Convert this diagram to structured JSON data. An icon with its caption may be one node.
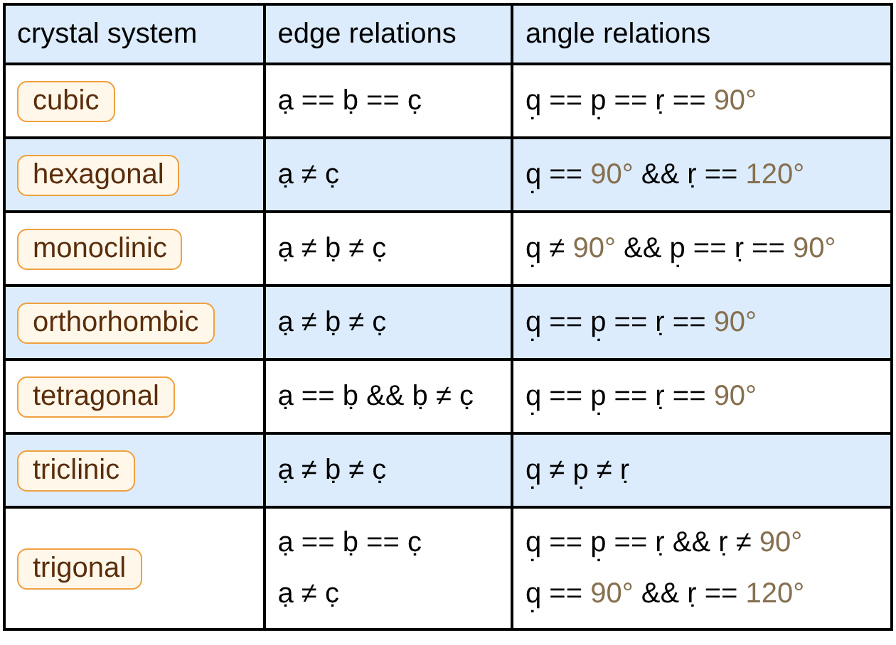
{
  "diagram": {
    "nodes": [
      {
        "text": [
          "cubic"
        ]
      },
      {
        "text": [
          "hexagonal"
        ]
      },
      {
        "text": [
          "monoclinic"
        ]
      },
      {
        "text": [
          "orthorhombic"
        ]
      },
      {
        "text": [
          "tetragonal"
        ]
      },
      {
        "text": [
          "triclinic"
        ]
      },
      {
        "text": [
          "trigonal"
        ]
      }
    ],
    "labels": [
      "crystal system",
      "edge relations",
      "angle relations",
      "ạ == ḅ == c̣",
      "q̣ == p̣ == ṛ == 90°",
      "ạ ≠ c̣",
      "q̣ == 90° && ṛ == 120°",
      "ạ ≠ ḅ ≠ c̣",
      "q̣ ≠ 90° && p̣ == ṛ == 90°",
      "ạ ≠ ḅ ≠ c̣",
      "q̣ == p̣ == ṛ == 90°",
      "ạ == ḅ && ḅ ≠ c̣",
      "q̣ == p̣ == ṛ == 90°",
      "ạ ≠ ḅ ≠ c̣",
      "q̣ ≠ p̣ ≠ ṛ",
      "ạ == ḅ == c̣",
      "ạ ≠ c̣",
      "q̣ == p̣ == ṛ && ṛ ≠ 90°",
      "q̣ == 90° && ṛ == 120°"
    ]
  }
}
